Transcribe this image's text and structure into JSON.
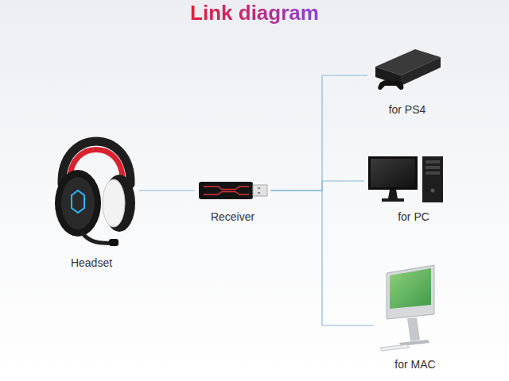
{
  "diagram": {
    "title": "Link diagram",
    "nodes": [
      {
        "text": [
          "Headset"
        ]
      },
      {
        "text": [
          "Receiver"
        ]
      },
      {
        "text": [
          "for PS4"
        ]
      },
      {
        "text": [
          "for PC"
        ]
      },
      {
        "text": [
          "for MAC"
        ]
      }
    ],
    "edges": [
      {
        "from": 0,
        "to": 1,
        "arrow": "none"
      },
      {
        "from": 1,
        "to": 2,
        "arrow": "none"
      },
      {
        "from": 1,
        "to": 3,
        "arrow": "none"
      },
      {
        "from": 1,
        "to": 4,
        "arrow": "none"
      }
    ]
  }
}
